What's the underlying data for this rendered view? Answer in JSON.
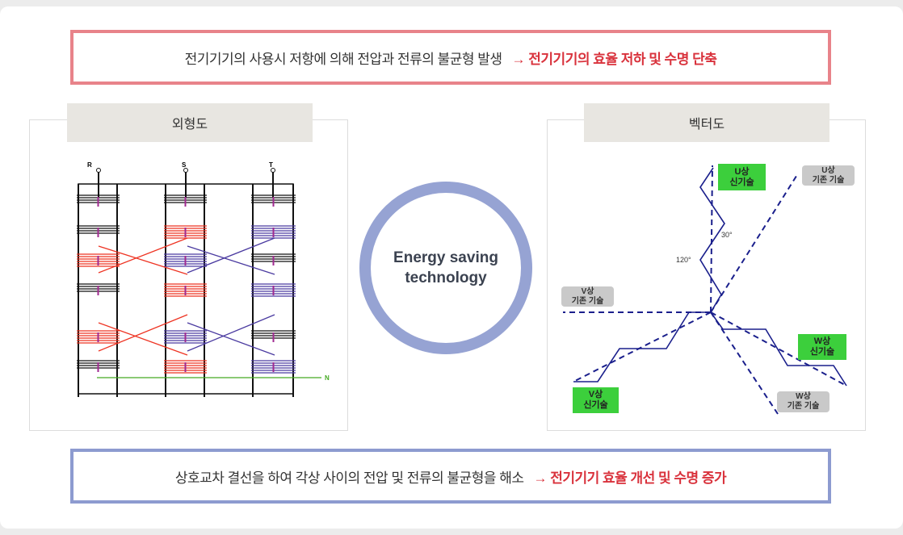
{
  "top_message": {
    "text": "전기기기의 사용시 저항에 의해 전압과 전류의 불균형 발생",
    "result": "→ 전기기기의 효율 저하 및 수명 단축"
  },
  "bottom_message": {
    "text": "상호교차 결선을 하여 각상 사이의 전압 및 전류의 불균형을 해소",
    "result": "→ 전기기기 효율 개선 및 수명 증가"
  },
  "left_panel": {
    "title": "외형도",
    "terminals": [
      "R",
      "S",
      "T"
    ],
    "neutral": "N"
  },
  "center": {
    "line1": "Energy saving",
    "line2": "technology"
  },
  "right_panel": {
    "title": "벡터도",
    "labels": {
      "u_new": [
        "U상",
        "신기술"
      ],
      "u_old": [
        "U상",
        "기존 기술"
      ],
      "v_new": [
        "V상",
        "신기술"
      ],
      "v_old": [
        "V상",
        "기존 기술"
      ],
      "w_new": [
        "W상",
        "신기술"
      ],
      "w_old": [
        "W상",
        "기존 기술"
      ]
    },
    "angles": [
      "30°",
      "120°"
    ]
  },
  "colors": {
    "top_border": "#e8838a",
    "bottom_border": "#8d9bd0",
    "ring": "#96a3d3",
    "highlight": "#d9323c",
    "vector": "#1a1f8c",
    "red_winding": "#ee3322",
    "blue_winding": "#4a3aa0",
    "neutral": "#44aa22",
    "new_tag": "#3ccf3c",
    "old_tag": "#c9c9c9"
  }
}
